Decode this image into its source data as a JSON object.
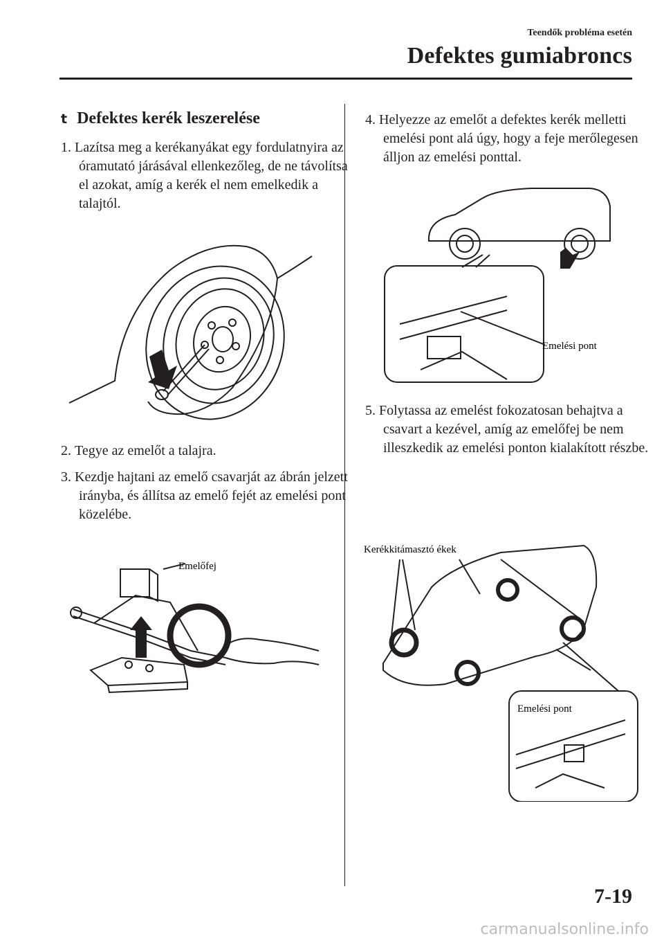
{
  "header": {
    "chapter": "Teendők probléma esetén",
    "title": "Defektes gumiabroncs"
  },
  "section": {
    "marker": "t",
    "title": "Defektes kerék leszerelése"
  },
  "steps": [
    {
      "num": "1.",
      "text": "Lazítsa meg a kerékanyákat egy fordulatnyira az óramutató járásával ellenkezőleg, de ne távolítsa el azokat, amíg a kerék el nem emelkedik a talajtól."
    },
    {
      "num": "2.",
      "text": "Tegye az emelőt a talajra."
    },
    {
      "num": "3.",
      "text": "Kezdje hajtani az emelő csavarját az ábrán jelzett irányba, és állítsa az emelő fejét az emelési pont közelébe."
    },
    {
      "num": "4.",
      "text": "Helyezze az emelőt a defektes kerék melletti emelési pont alá úgy, hogy a feje merőlegesen álljon az emelési ponttal."
    },
    {
      "num": "5.",
      "text": "Folytassa az emelést fokozatosan behajtva a csavart a kezével, amíg az emelőfej be nem illeszkedik az emelési ponton kialakított részbe."
    }
  ],
  "figures": {
    "jack_head_label": "Emelőfej",
    "lift_point_label": "Emelési pont",
    "wheel_chocks_label": "Kerékkitámasztó ékek",
    "lift_point_label_2": "Emelési pont"
  },
  "footer": {
    "page_number": "7-19",
    "watermark": "carmanualsonline.info"
  }
}
